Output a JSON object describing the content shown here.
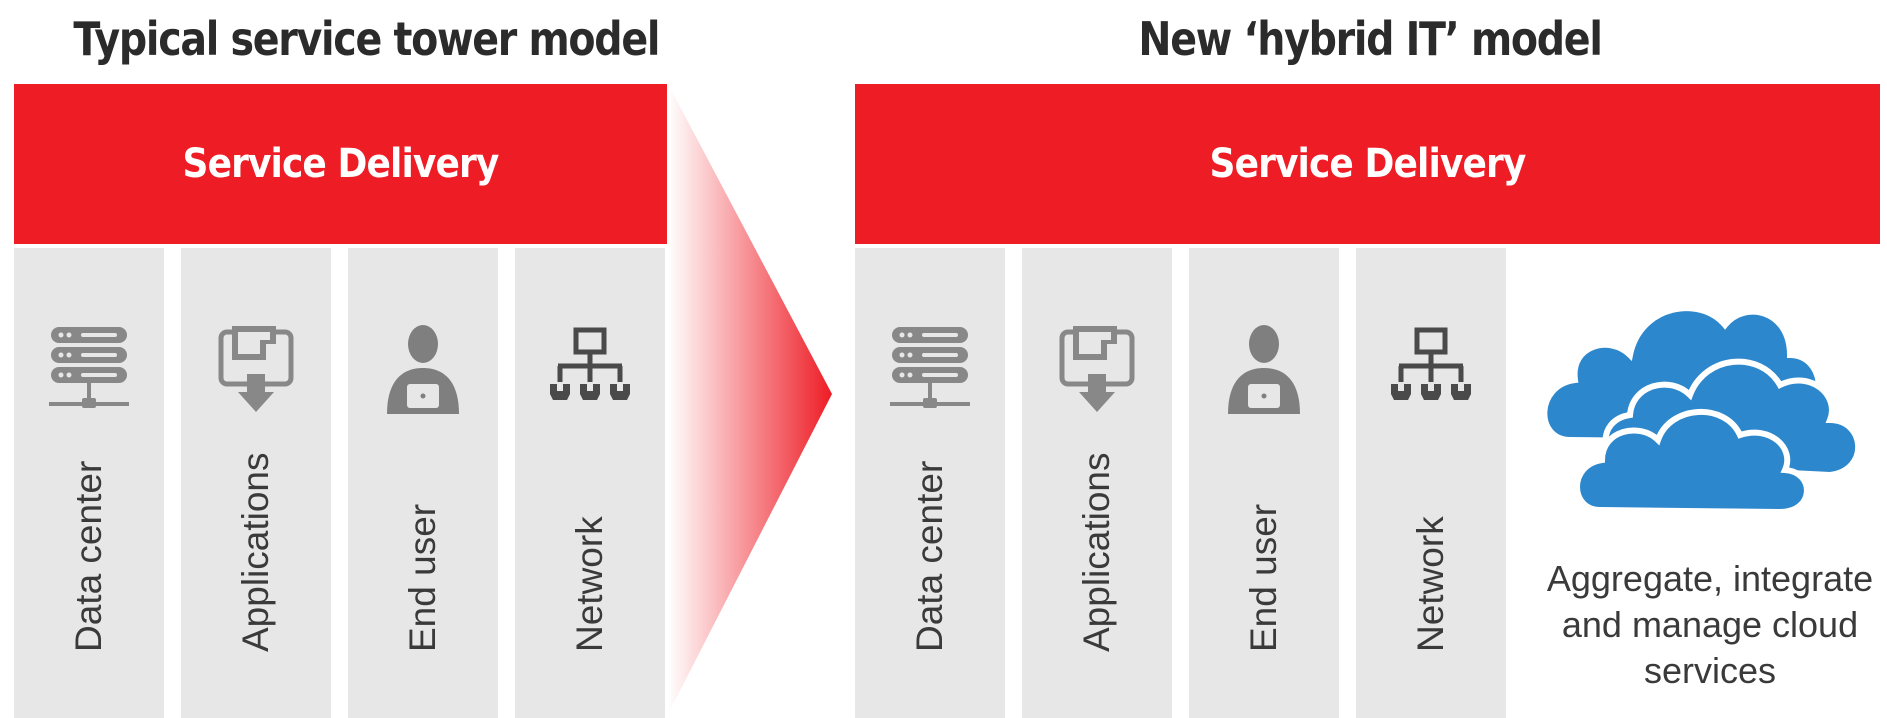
{
  "left_panel": {
    "title": "Typical service tower model",
    "banner": "Service Delivery",
    "towers": [
      {
        "label": "Data center",
        "icon": "server-rack-icon"
      },
      {
        "label": "Applications",
        "icon": "application-download-icon"
      },
      {
        "label": "End user",
        "icon": "user-laptop-icon"
      },
      {
        "label": "Network",
        "icon": "network-topology-icon"
      }
    ]
  },
  "right_panel": {
    "title": "New ‘hybrid IT’ model",
    "banner": "Service Delivery",
    "towers": [
      {
        "label": "Data center",
        "icon": "server-rack-icon"
      },
      {
        "label": "Applications",
        "icon": "application-download-icon"
      },
      {
        "label": "End user",
        "icon": "user-laptop-icon"
      },
      {
        "label": "Network",
        "icon": "network-topology-icon"
      }
    ],
    "cloud": {
      "icon": "cloud-stack-icon",
      "caption": "Aggregate, integrate and manage cloud services"
    }
  },
  "colors": {
    "brand_red": "#ee1c25",
    "column_gray": "#e7e7e8",
    "icon_gray": "#7a7a7a",
    "cloud_blue": "#2d87cc"
  }
}
